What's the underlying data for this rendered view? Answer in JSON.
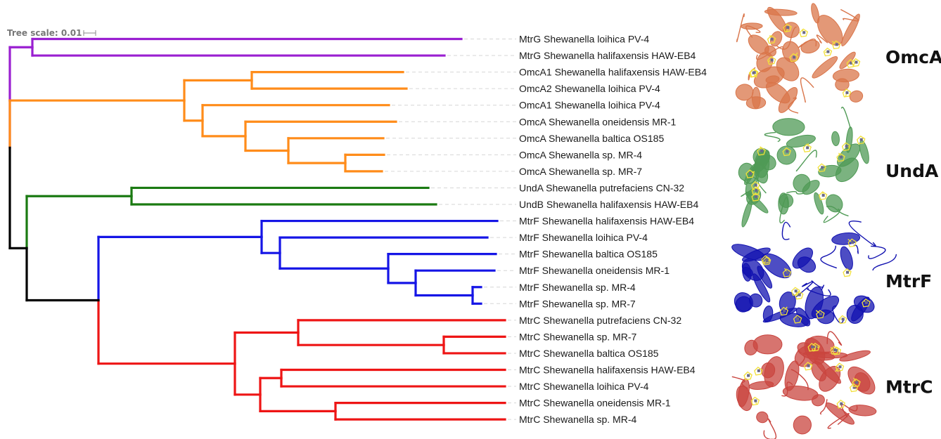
{
  "scale": {
    "label": "Tree scale: 0.01"
  },
  "clades": [
    {
      "name": "MtrG",
      "color": "#9a1fd1"
    },
    {
      "name": "OmcA",
      "color": "#ff8c1a"
    },
    {
      "name": "UndA",
      "color": "#1a7a12"
    },
    {
      "name": "MtrF",
      "color": "#1515e6"
    },
    {
      "name": "MtrC",
      "color": "#ee1515"
    },
    {
      "name": "backbone",
      "color": "#000000"
    }
  ],
  "leaves": [
    "MtrG Shewanella loihica PV-4",
    "MtrG Shewanella halifaxensis HAW-EB4",
    "OmcA1 Shewanella halifaxensis HAW-EB4",
    "OmcA2 Shewanella loihica PV-4",
    "OmcA1 Shewanella loihica PV-4",
    "OmcA Shewanella oneidensis MR-1",
    "OmcA Shewanella baltica OS185",
    "OmcA Shewanella sp. MR-4",
    "OmcA Shewanella sp. MR-7",
    "UndA Shewanella putrefaciens CN-32",
    "UndB Shewanella halifaxensis HAW-EB4",
    "MtrF Shewanella halifaxensis HAW-EB4",
    "MtrF Shewanella loihica PV-4",
    "MtrF Shewanella baltica OS185",
    "MtrF Shewanella oneidensis MR-1",
    "MtrF Shewanella sp. MR-4",
    "MtrF Shewanella sp. MR-7",
    "MtrC Shewanella putrefaciens CN-32",
    "MtrC Shewanella sp. MR-7",
    "MtrC Shewanella baltica OS185",
    "MtrC Shewanella halifaxensis HAW-EB4",
    "MtrC Shewanella loihica PV-4",
    "MtrC Shewanella oneidensis MR-1",
    "MtrC Shewanella sp. MR-4"
  ],
  "structures": [
    {
      "label": "OmcA",
      "color": "#d9754a"
    },
    {
      "label": "UndA",
      "color": "#4f9a55"
    },
    {
      "label": "MtrF",
      "color": "#1111b0"
    },
    {
      "label": "MtrC",
      "color": "#c9453f"
    }
  ]
}
